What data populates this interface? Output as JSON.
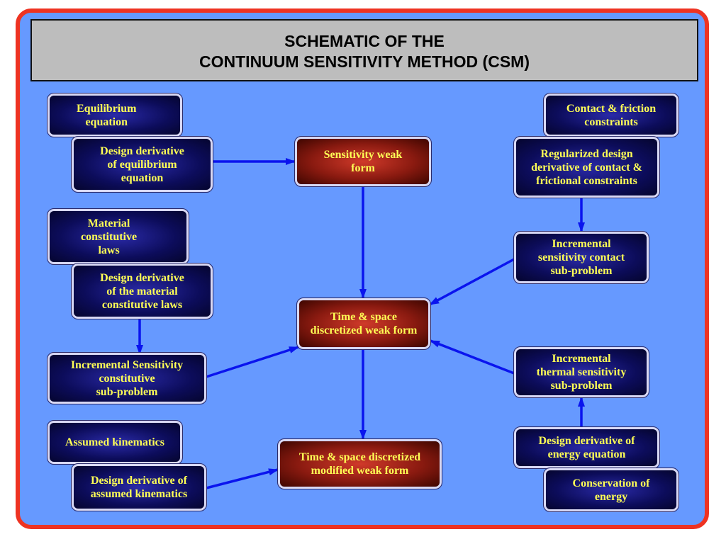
{
  "title": {
    "line1": "SCHEMATIC OF THE",
    "line2": "CONTINUUM SENSITIVITY METHOD (CSM)"
  },
  "nodes": {
    "equilibrium_equation": "Equilibrium\nequation",
    "design_derivative_equilibrium": "Design derivative\nof equilibrium\nequation",
    "material_constitutive_laws": "Material\nconstitutive\nlaws",
    "design_derivative_material": "Design derivative\nof the material\nconstitutive laws",
    "incremental_sensitivity_constitutive": "Incremental Sensitivity\nconstitutive\nsub-problem",
    "assumed_kinematics": "Assumed kinematics",
    "design_derivative_kinematics": "Design derivative of\nassumed kinematics",
    "sensitivity_weak_form": "Sensitivity weak\nform",
    "time_space_weak_form": "Time & space\ndiscretized weak form",
    "time_space_modified_weak_form": "Time & space discretized\nmodified weak form",
    "contact_friction_constraints": "Contact & friction\nconstraints",
    "regularized_design_derivative": "Regularized design\nderivative of contact &\nfrictional constraints",
    "incremental_contact": "Incremental\nsensitivity contact\nsub-problem",
    "incremental_thermal": "Incremental\nthermal sensitivity\nsub-problem",
    "design_derivative_energy": "Design derivative of\nenergy equation",
    "conservation_energy": "Conservation of\nenergy"
  },
  "colors": {
    "frame_border": "#ee3322",
    "background": "#6699ff",
    "title_bg": "#bdbdbd",
    "box_text": "#ffff55",
    "arrow": "#0a14ee"
  }
}
